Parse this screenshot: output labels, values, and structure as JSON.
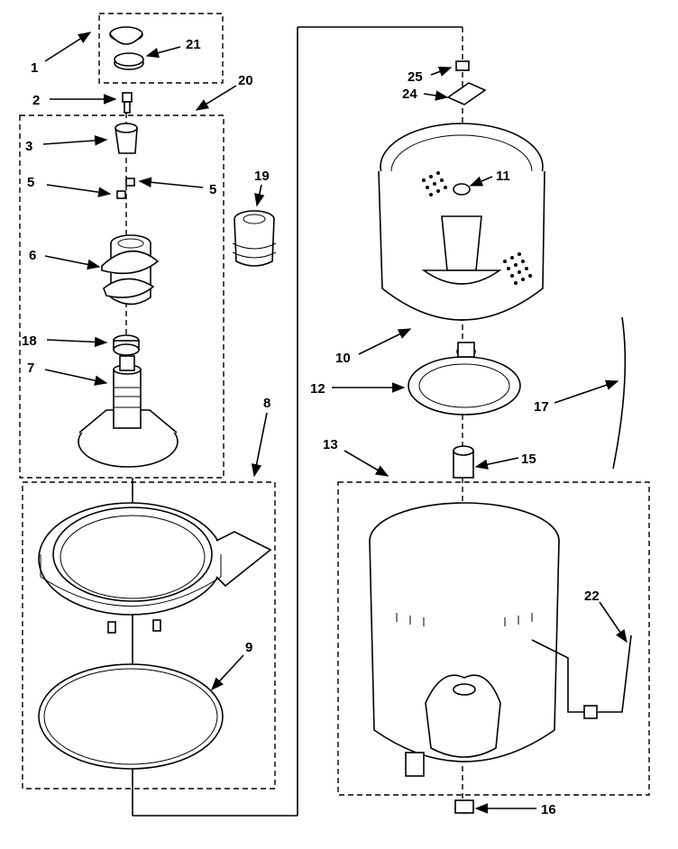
{
  "callouts": {
    "c1": "1",
    "c2": "2",
    "c3": "3",
    "c5a": "5",
    "c5b": "5",
    "c6": "6",
    "c7": "7",
    "c8": "8",
    "c9": "9",
    "c10": "10",
    "c11": "11",
    "c12": "12",
    "c13": "13",
    "c15": "15",
    "c16": "16",
    "c17": "17",
    "c18": "18",
    "c19": "19",
    "c20": "20",
    "c21": "21",
    "c22": "22",
    "c24": "24",
    "c25": "25"
  }
}
